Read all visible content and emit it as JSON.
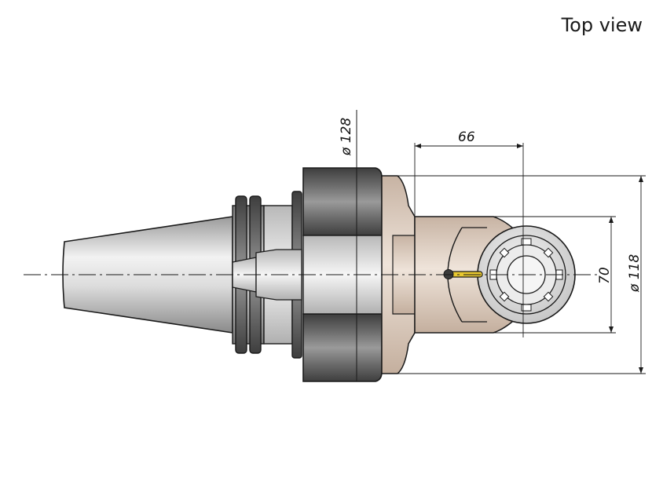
{
  "view_label": "Top view",
  "dimensions": {
    "d128": "ø 128",
    "d66": "66",
    "d70": "70",
    "d118": "ø 118"
  },
  "colors": {
    "steel_light": "#e6e6e6",
    "steel_dark": "#4a4a4a",
    "body_tan": "#dccbbd",
    "pin_yellow": "#e8c830",
    "outline": "#1a1a1a"
  }
}
